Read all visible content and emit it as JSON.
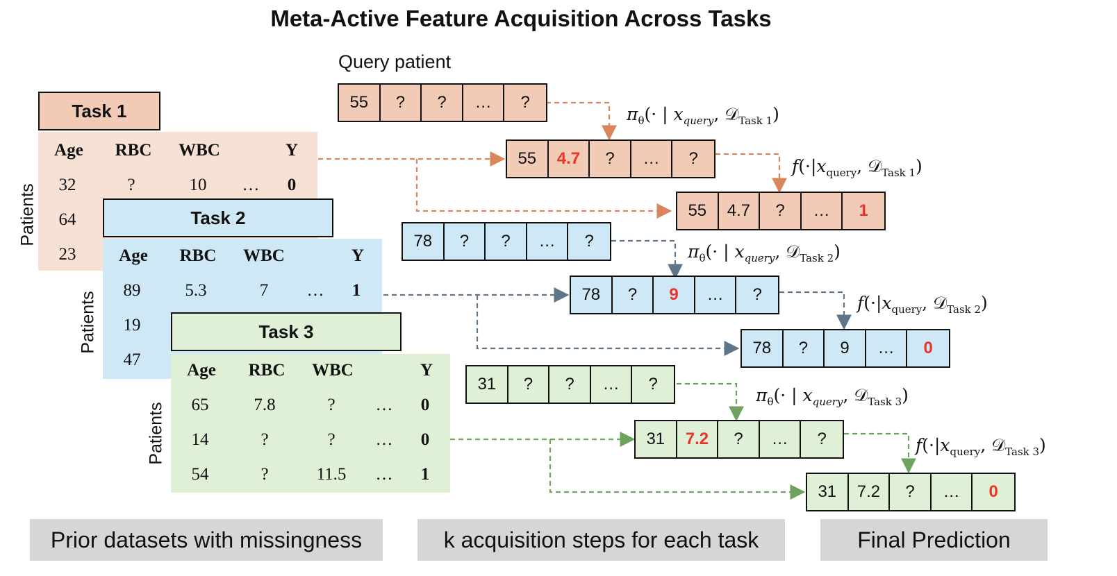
{
  "title": "Meta-Active Feature Acquisition Across Tasks",
  "query_label": "Query patient",
  "patients_label": "Patients",
  "colors": {
    "task1": "#f2cbb6",
    "task1_light": "#f7e0d4",
    "task2": "#cfe8f5",
    "task3": "#dff0d6",
    "arrow1": "#d9875a",
    "arrow2": "#5e7687",
    "arrow3": "#6da35e",
    "acquired": "#e8352a",
    "footer": "#d6d6d6"
  },
  "tasks": [
    {
      "name": "Task 1",
      "headers": [
        "Age",
        "RBC",
        "WBC",
        "Y"
      ],
      "rows": [
        [
          "32",
          "?",
          "10",
          "…",
          "0"
        ],
        [
          "64"
        ],
        [
          "23"
        ]
      ],
      "query": [
        "55",
        "?",
        "?",
        "…",
        "?"
      ],
      "step": [
        "55",
        "4.7",
        "?",
        "…",
        "?"
      ],
      "final": [
        "55",
        "4.7",
        "?",
        "…",
        "1"
      ],
      "policy_task": "Task 1",
      "predict_task": "Task 1"
    },
    {
      "name": "Task 2",
      "headers": [
        "Age",
        "RBC",
        "WBC",
        "Y"
      ],
      "rows": [
        [
          "89",
          "5.3",
          "7",
          "…",
          "1"
        ],
        [
          "19"
        ],
        [
          "47"
        ]
      ],
      "query": [
        "78",
        "?",
        "?",
        "…",
        "?"
      ],
      "step": [
        "78",
        "?",
        "9",
        "…",
        "?"
      ],
      "final": [
        "78",
        "?",
        "9",
        "…",
        "0"
      ],
      "policy_task": "Task 2",
      "predict_task": "Task 2"
    },
    {
      "name": "Task 3",
      "headers": [
        "Age",
        "RBC",
        "WBC",
        "Y"
      ],
      "rows": [
        [
          "65",
          "7.8",
          "?",
          "…",
          "0"
        ],
        [
          "14",
          "?",
          "?",
          "…",
          "0"
        ],
        [
          "54",
          "?",
          "11.5",
          "…",
          "1"
        ]
      ],
      "query": [
        "31",
        "?",
        "?",
        "…",
        "?"
      ],
      "step": [
        "31",
        "7.2",
        "?",
        "…",
        "?"
      ],
      "final": [
        "31",
        "7.2",
        "?",
        "…",
        "0"
      ],
      "policy_task": "Task 3",
      "predict_task": "Task 3"
    }
  ],
  "formula": {
    "pi": "π",
    "theta": "θ",
    "x_query": "x",
    "query_sub": "query",
    "D": "𝒟",
    "f": "f"
  },
  "footers": [
    "Prior datasets with missingness",
    "k acquisition steps for each task",
    "Final Prediction"
  ]
}
